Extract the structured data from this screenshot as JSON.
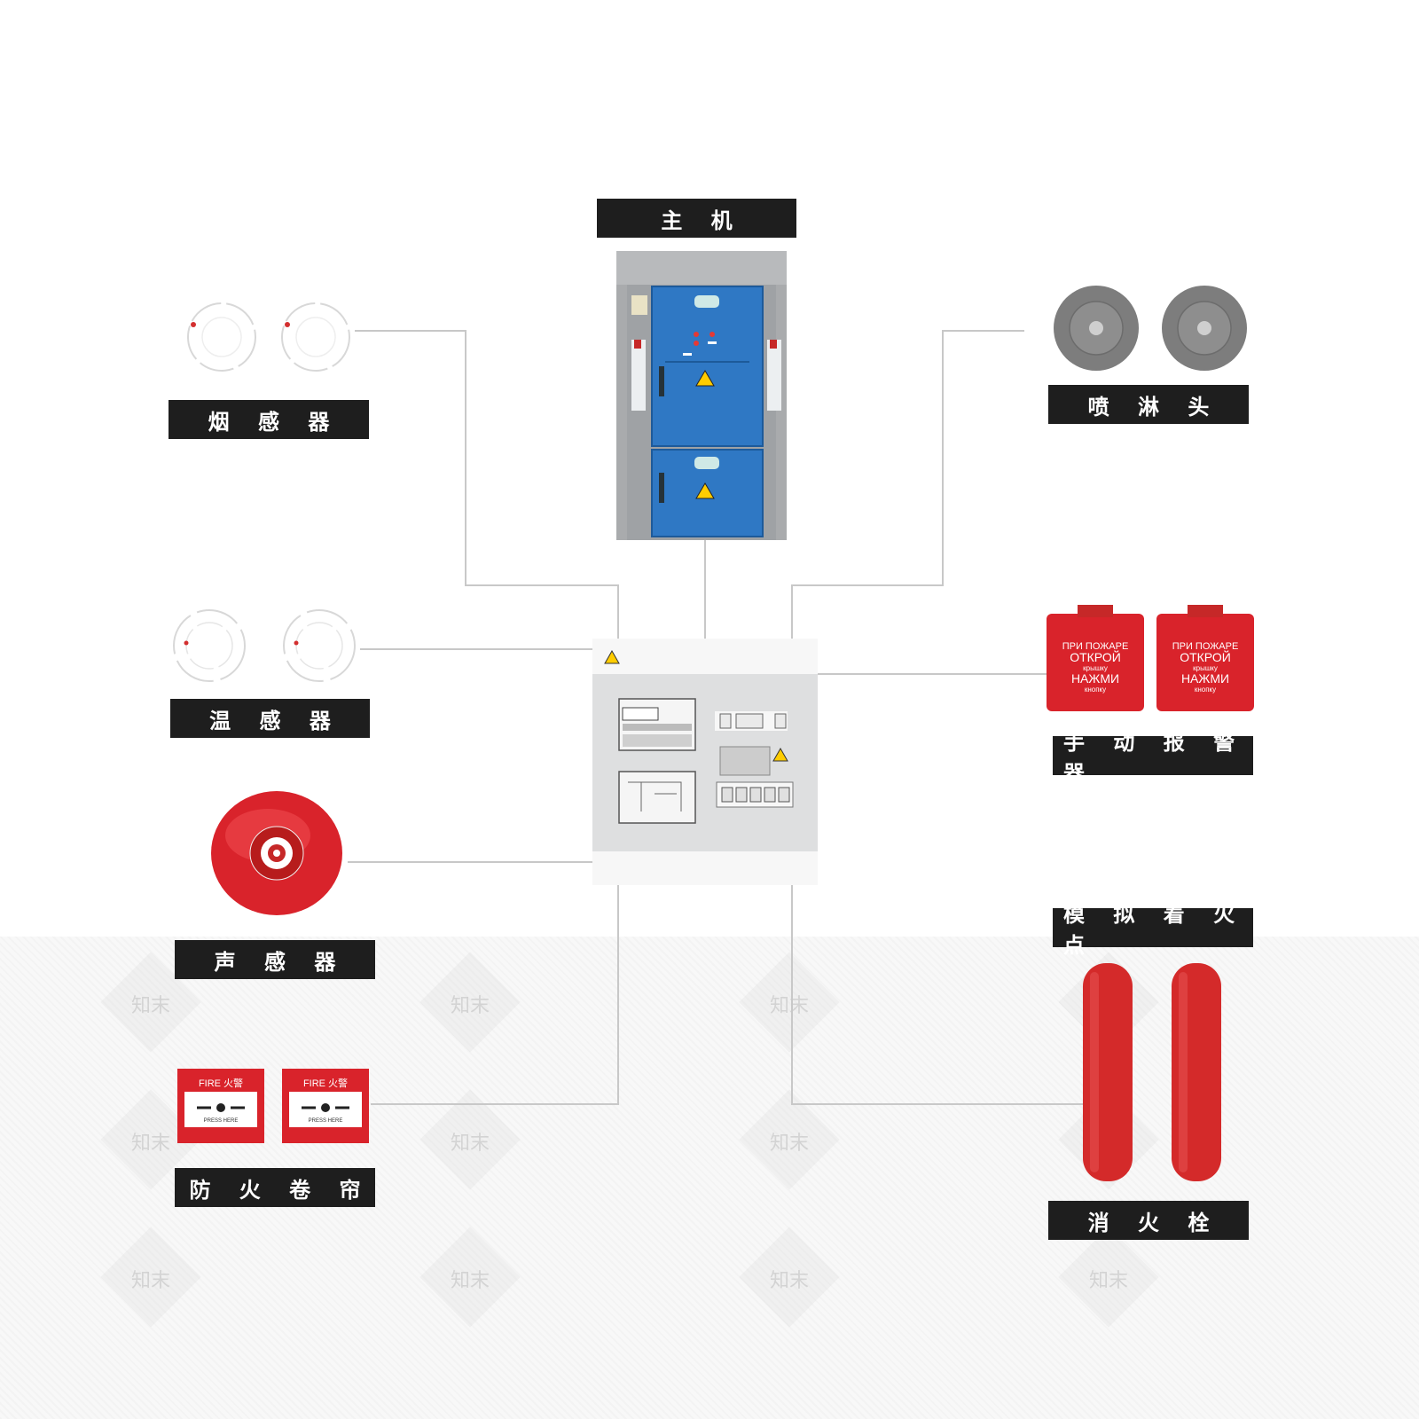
{
  "labels": {
    "host": "主 机",
    "smoke": "烟 感 器",
    "heat": "温 感 器",
    "sound": "声 感 器",
    "shutter": "防 火 卷 帘",
    "sprinkler": "喷 淋 头",
    "manual": "手 动 报 警 器",
    "ignition": "模 拟 着 火 点",
    "hydrant": "消 火 栓"
  },
  "manual_alarm_text": {
    "line1": "ПРИ ПОЖАРЕ",
    "line2": "ОТКРОЙ",
    "line3": "крышку",
    "line4": "НАЖМИ",
    "line5": "кнопку"
  },
  "shutter_button_text": {
    "brand": "FIRE 火警",
    "press": "PRESS HERE"
  },
  "watermark": "知末",
  "colors": {
    "label_bg": "#1e1e1e",
    "alarm_red": "#d9232b",
    "cabinet_blue": "#2f78c4",
    "wire": "#c8c8c8"
  }
}
